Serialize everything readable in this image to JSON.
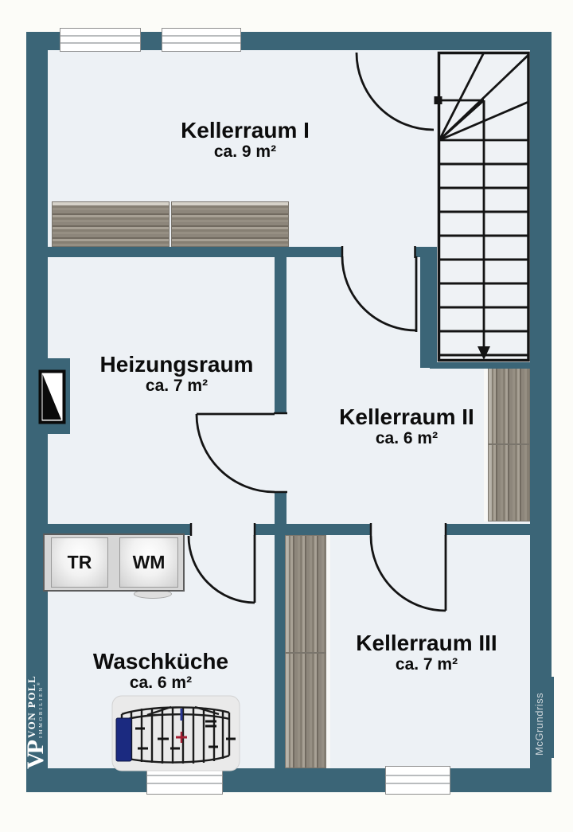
{
  "plan": {
    "type": "basement floor plan",
    "rooms": [
      {
        "id": "kellerraum-1",
        "name": "Kellerraum I",
        "area": "ca. 9 m²"
      },
      {
        "id": "heizungsraum",
        "name": "Heizungsraum",
        "area": "ca. 7 m²"
      },
      {
        "id": "kellerraum-2",
        "name": "Kellerraum II",
        "area": "ca. 6 m²"
      },
      {
        "id": "waschkueche",
        "name": "Waschküche",
        "area": "ca. 6 m²"
      },
      {
        "id": "kellerraum-3",
        "name": "Kellerraum III",
        "area": "ca. 7 m²"
      }
    ],
    "appliances": [
      {
        "id": "dryer",
        "label": "TR"
      },
      {
        "id": "washing-machine",
        "label": "WM"
      }
    ],
    "symbols": [
      "staircase-with-down-arrow",
      "door-swing-arc",
      "chimney-symbol",
      "window",
      "shelf",
      "drying-rack"
    ]
  },
  "branding": {
    "monogram": "VP",
    "name": "VON POLL",
    "sub": "IMMOBILIEN",
    "reg": "®",
    "watermark": "McGrundriss"
  },
  "colors": {
    "wall": "#3b6577",
    "floor": "#edf1f5",
    "line": "#141414",
    "wood_mid": "#8d867b",
    "towel_blue": "#1b2a80",
    "page": "#fcfcf8"
  }
}
